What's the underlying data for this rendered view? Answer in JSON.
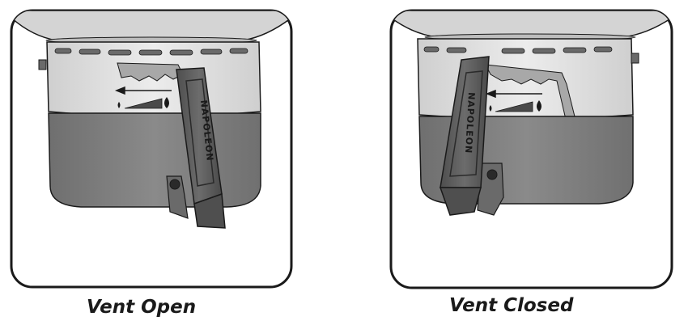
{
  "figure": {
    "panels": [
      {
        "caption": "Vent Open",
        "handle_brand": "NAPOLEON"
      },
      {
        "caption": "Vent Closed",
        "handle_brand": "NAPOLEON"
      }
    ]
  },
  "colors": {
    "outline": "#1a1a1a",
    "lid": "#d4d4d4",
    "vent_ring": "#e3e3e3",
    "bowl": "#7d7d7d",
    "handle": "#5e5e5e",
    "gauge": "#4a4a4a"
  },
  "icons": [
    "flame-small-icon",
    "flame-large-icon",
    "arrow-left-right-icon",
    "wedge-gauge-icon"
  ]
}
